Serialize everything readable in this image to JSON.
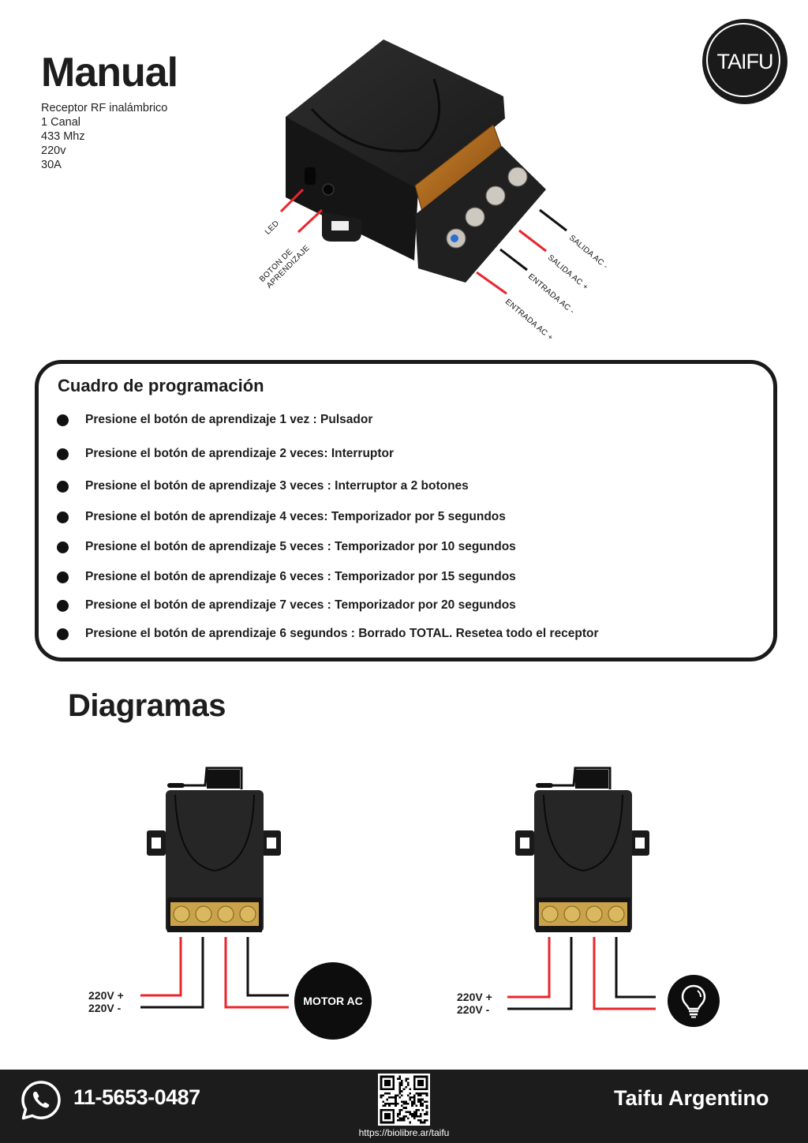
{
  "header": {
    "title": "Manual",
    "specs": [
      "Receptor RF inalámbrico",
      "1 Canal",
      "433 Mhz",
      "220v",
      "30A"
    ],
    "logo_text": "TAIFU"
  },
  "product_callouts": {
    "led": "LED",
    "button_line1": "BOTON DE",
    "button_line2": "APRENDIZAJE",
    "salida_neg": "SALIDA AC -",
    "salida_pos": "SALIDA AC +",
    "entrada_neg": "ENTRADA AC -",
    "entrada_pos": "ENTRADA AC +"
  },
  "programming": {
    "title": "Cuadro de programación",
    "items": [
      "Presione el botón de aprendizaje 1 vez : Pulsador",
      "Presione el botón de aprendizaje 2 veces: Interruptor",
      "Presione el botón de aprendizaje 3 veces : Interruptor a 2 botones",
      "Presione el botón de aprendizaje 4 veces: Temporizador por 5 segundos",
      "Presione el botón de aprendizaje 5 veces : Temporizador por 10 segundos",
      "Presione el botón de aprendizaje 6 veces : Temporizador por 15 segundos",
      "Presione el botón de aprendizaje 7 veces : Temporizador por 20 segundos",
      "Presione el botón de aprendizaje 6 segundos : Borrado TOTAL. Resetea todo el receptor"
    ]
  },
  "diagrams": {
    "title": "Diagramas",
    "left": {
      "v_plus": "220V +",
      "v_minus": "220V -",
      "load_label": "MOTOR AC",
      "load_icon": "motor"
    },
    "right": {
      "v_plus": "220V +",
      "v_minus": "220V -",
      "load_icon": "lightbulb-icon"
    }
  },
  "colors": {
    "wire_red": "#e8262d",
    "wire_black": "#111111",
    "footer_bg": "#1c1c1c"
  },
  "footer": {
    "phone": "11-5653-0487",
    "qr_url": "https://biolibre.ar/taifu",
    "brand": "Taifu Argentino"
  }
}
